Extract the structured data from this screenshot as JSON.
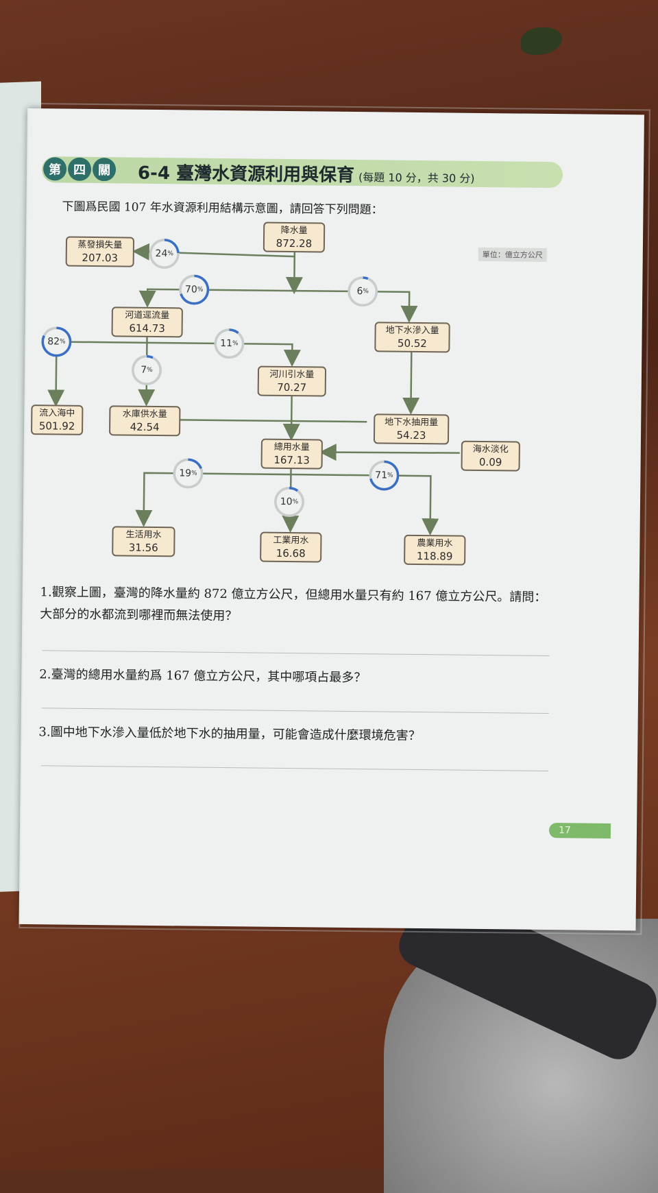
{
  "header": {
    "badges": [
      "第",
      "四",
      "關"
    ],
    "title": "6-4 臺灣水資源利用與保育",
    "subtitle": "(每題 10 分，共 30 分)"
  },
  "intro": "下圖爲民國 107 年水資源利用結構示意圖，請回答下列問題：",
  "unit": "單位：億立方公尺",
  "nodes": {
    "precip": {
      "label": "降水量",
      "value": "872.28"
    },
    "evap": {
      "label": "蒸發損失量",
      "value": "207.03"
    },
    "runoff": {
      "label": "河道逕流量",
      "value": "614.73"
    },
    "infiltration": {
      "label": "地下水滲入量",
      "value": "50.52"
    },
    "sea": {
      "label": "流入海中",
      "value": "501.92"
    },
    "reservoir": {
      "label": "水庫供水量",
      "value": "42.54"
    },
    "river_intake": {
      "label": "河川引水量",
      "value": "70.27"
    },
    "groundwater_use": {
      "label": "地下水抽用量",
      "value": "54.23"
    },
    "total": {
      "label": "總用水量",
      "value": "167.13"
    },
    "desal": {
      "label": "海水淡化",
      "value": "0.09"
    },
    "domestic": {
      "label": "生活用水",
      "value": "31.56"
    },
    "industrial": {
      "label": "工業用水",
      "value": "16.68"
    },
    "agricultural": {
      "label": "農業用水",
      "value": "118.89"
    }
  },
  "percents": {
    "evap": {
      "value": "24",
      "unit": "%"
    },
    "runoff": {
      "value": "70",
      "unit": "%"
    },
    "infiltration": {
      "value": "6",
      "unit": "%"
    },
    "sea": {
      "value": "82",
      "unit": "%"
    },
    "river_intake": {
      "value": "11",
      "unit": "%"
    },
    "reservoir": {
      "value": "7",
      "unit": "%"
    },
    "domestic": {
      "value": "19",
      "unit": "%"
    },
    "industrial": {
      "value": "10",
      "unit": "%"
    },
    "agricultural": {
      "value": "71",
      "unit": "%"
    }
  },
  "ring_colors": {
    "accent": "#3a6fc4",
    "base": "#c9cccd"
  },
  "questions": [
    {
      "num": "1.",
      "text": "觀察上圖，臺灣的降水量約 872 億立方公尺，但總用水量只有約 167 億立方公尺。請問：大部分的水都流到哪裡而無法使用？"
    },
    {
      "num": "2.",
      "text": "臺灣的總用水量約爲 167 億立方公尺，其中哪項占最多？"
    },
    {
      "num": "3.",
      "text": "圖中地下水滲入量低於地下水的抽用量，可能會造成什麼環境危害？"
    }
  ],
  "page_number": "17"
}
